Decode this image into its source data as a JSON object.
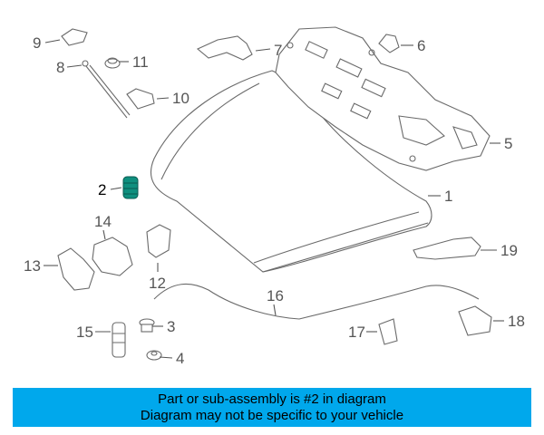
{
  "callouts": {
    "c1": "1",
    "c2": "2",
    "c3": "3",
    "c4": "4",
    "c5": "5",
    "c6": "6",
    "c7": "7",
    "c8": "8",
    "c9": "9",
    "c10": "10",
    "c11": "11",
    "c12": "12",
    "c13": "13",
    "c14": "14",
    "c15": "15",
    "c16": "16",
    "c17": "17",
    "c18": "18",
    "c19": "19"
  },
  "banner": {
    "line1": "Part or sub-assembly is #2 in diagram",
    "line2": "Diagram may not be specific to your vehicle",
    "background": "#00a8ec"
  },
  "highlight": {
    "part_number": "2",
    "color": "#0f8f7e"
  }
}
